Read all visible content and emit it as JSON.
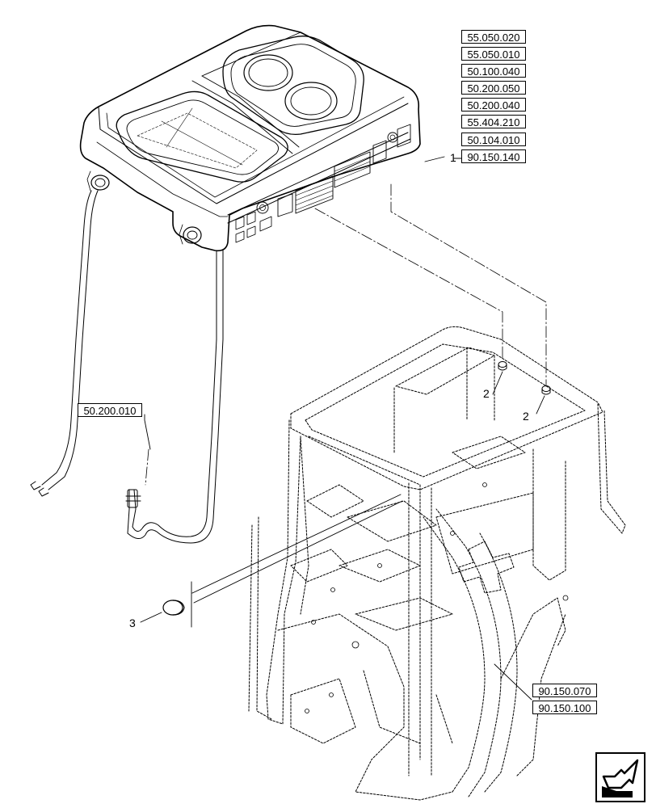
{
  "ref_group_top": [
    "55.050.020",
    "55.050.010",
    "50.100.040",
    "50.200.050",
    "50.200.040",
    "55.404.210",
    "50.104.010",
    "90.150.140"
  ],
  "ref_hose": "50.200.010",
  "ref_group_bottom": [
    "90.150.070",
    "90.150.100"
  ],
  "callouts": {
    "item1": "1",
    "item2a": "2",
    "item2b": "2",
    "item3": "3"
  },
  "nav_icon": "next-page-arrow-icon"
}
